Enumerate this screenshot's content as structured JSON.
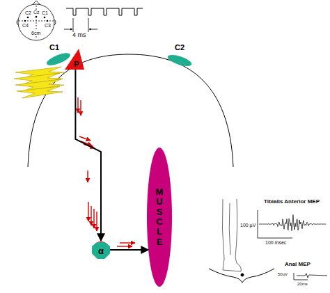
{
  "diagram": {
    "nodes": [
      {
        "text": [
          "C1"
        ]
      },
      {
        "text": [
          "C2"
        ]
      },
      {
        "text": [
          "P"
        ]
      },
      {
        "text": [
          "α"
        ]
      },
      {
        "text": [
          "MUSCLE"
        ]
      }
    ],
    "edges": [
      {
        "from": 2,
        "to": 3,
        "arrow": "to"
      },
      {
        "from": 3,
        "to": 4,
        "arrow": "to"
      }
    ],
    "labels": [
      "C2",
      "Cz",
      "C1",
      "C4",
      "C3",
      "6cm",
      "4 ms",
      "Tibialis Anterior MEP",
      "100 µV",
      "100 msec",
      "Anal MEP",
      "50uV",
      "20ms"
    ]
  }
}
